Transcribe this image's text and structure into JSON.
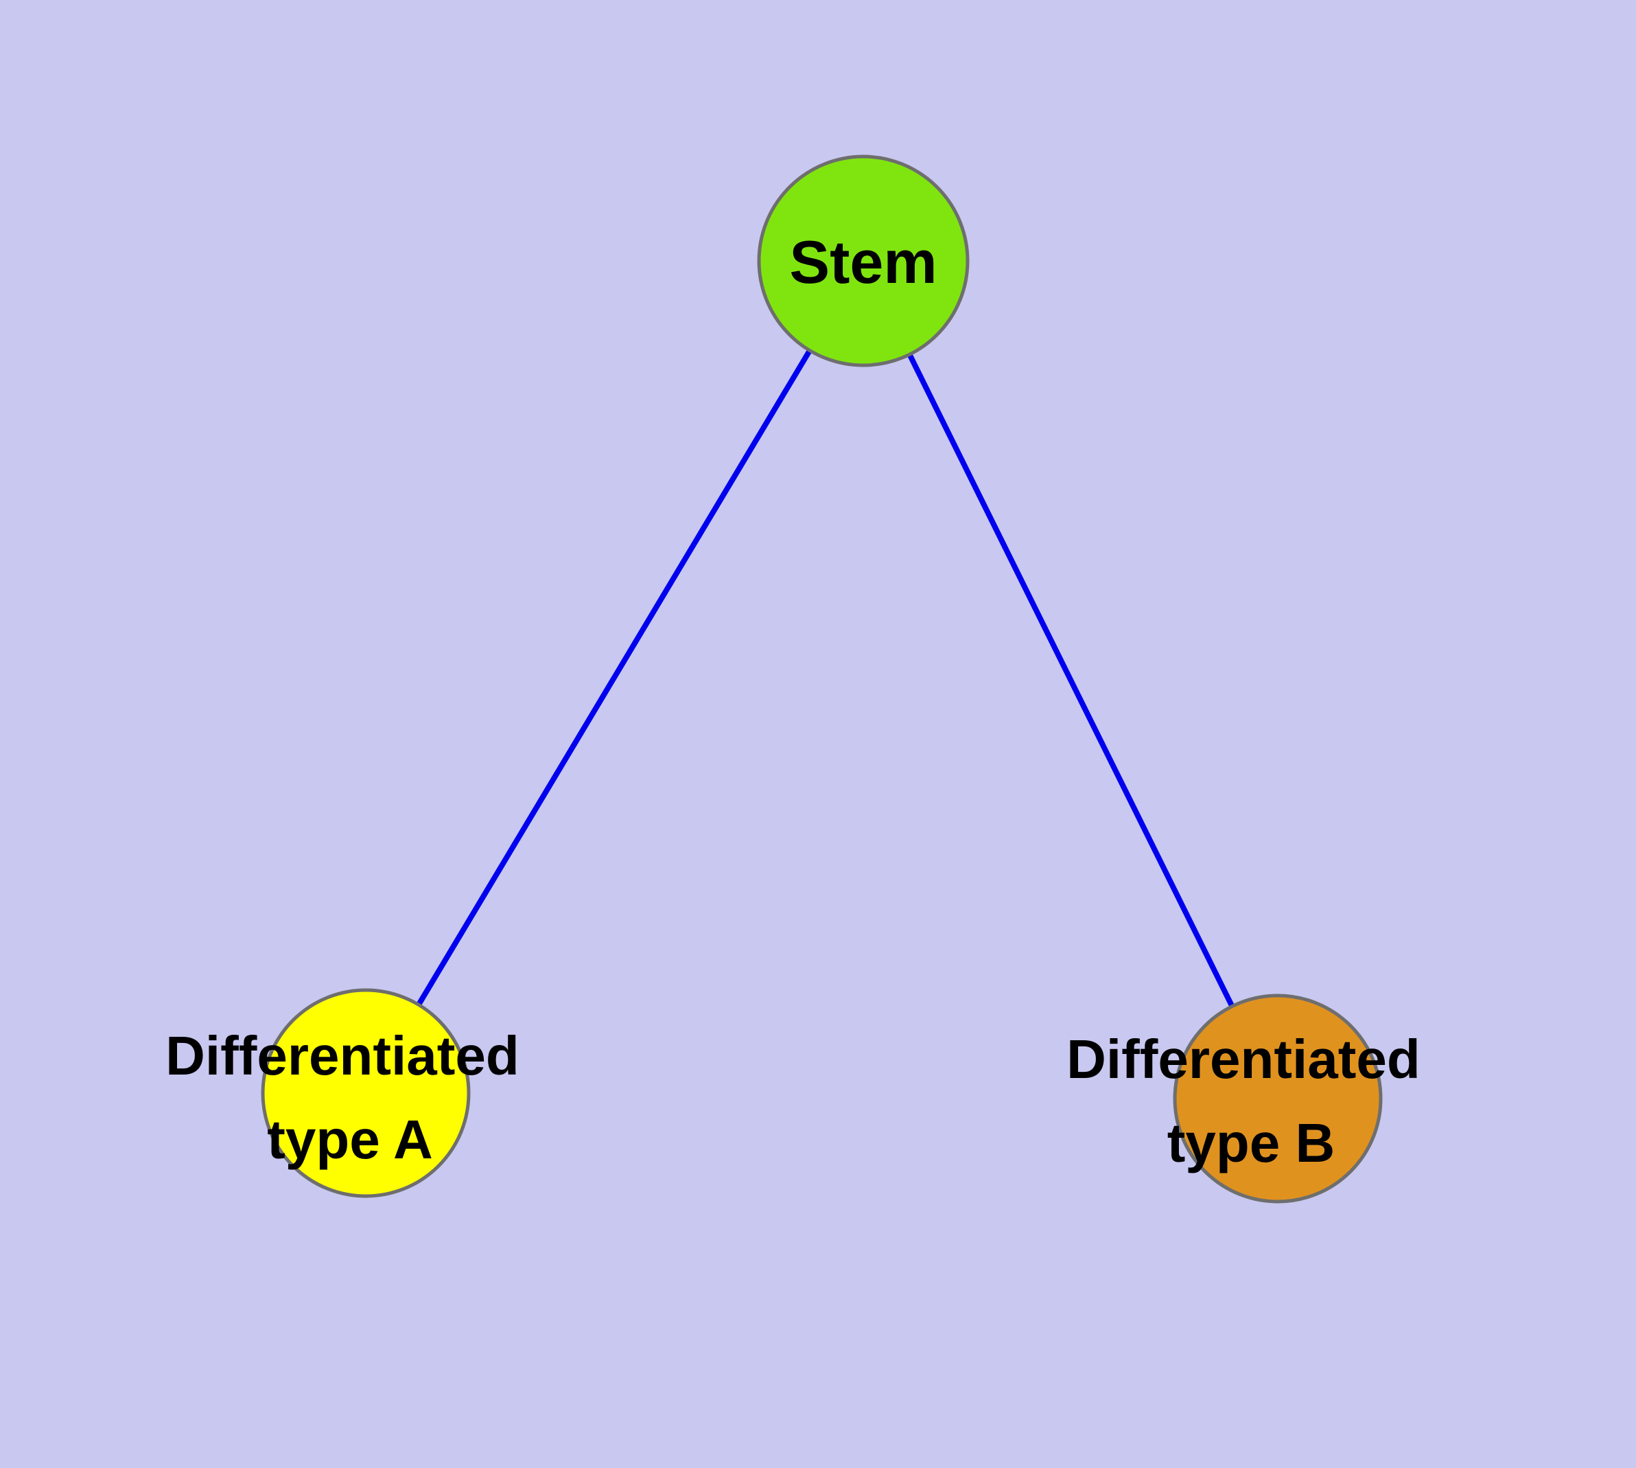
{
  "diagram": {
    "background_color": "#c8c8f0",
    "edge": {
      "color": "#0000ee"
    },
    "node_stroke_color": "#6e6e6e",
    "nodes": [
      {
        "id": "stem",
        "label": "Stem",
        "fill": "#80e50f"
      },
      {
        "id": "differentiated-type-a",
        "lines": [
          "Differentiated",
          "type A"
        ],
        "fill": "#ffff00"
      },
      {
        "id": "differentiated-type-b",
        "lines": [
          "Differentiated",
          "type B"
        ],
        "fill": "#e0921f"
      }
    ],
    "edges": [
      {
        "from": "stem",
        "to": "differentiated-type-a"
      },
      {
        "from": "stem",
        "to": "differentiated-type-b"
      }
    ]
  }
}
